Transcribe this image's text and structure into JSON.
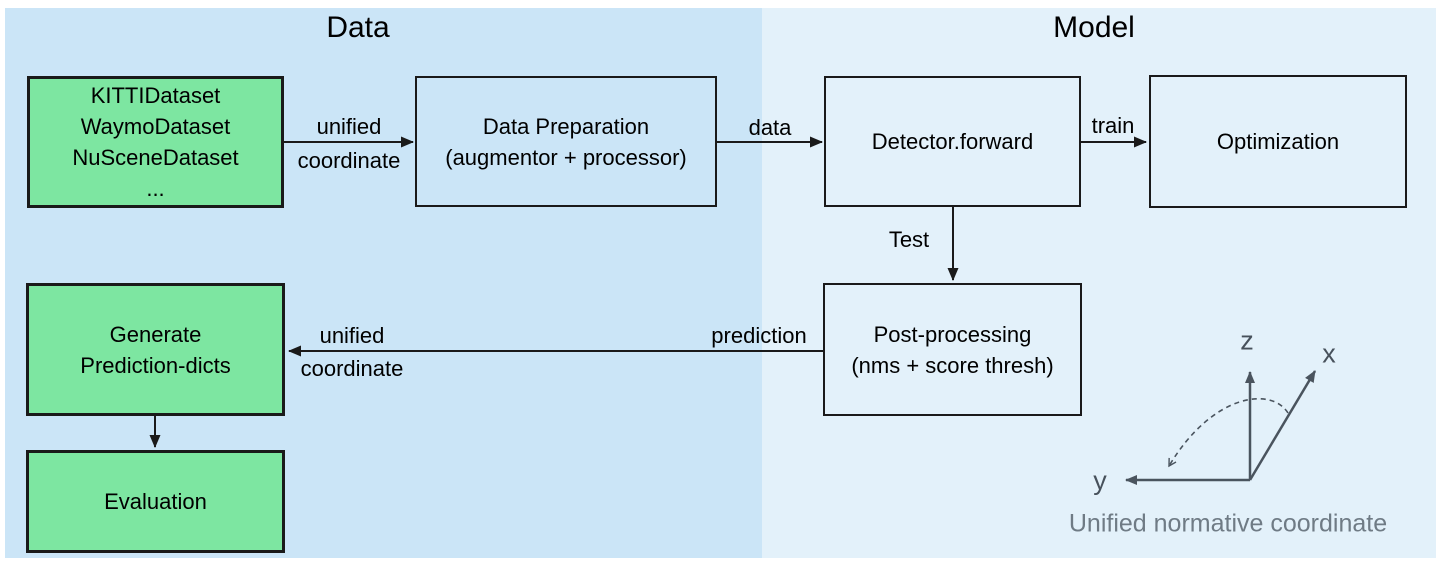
{
  "sections": {
    "data": {
      "title": "Data",
      "background": "#cbe5f7"
    },
    "model": {
      "title": "Model",
      "background": "#e3f1fa"
    }
  },
  "nodes": {
    "datasets": {
      "line1": "KITTIDataset",
      "line2": "WaymoDataset",
      "line3": "NuSceneDataset",
      "line4": "...",
      "fill": "#7de6a1"
    },
    "data_preparation": {
      "line1": "Data Preparation",
      "line2": "(augmentor + processor)"
    },
    "detector_forward": {
      "label": "Detector.forward"
    },
    "optimization": {
      "label": "Optimization"
    },
    "post_processing": {
      "line1": "Post-processing",
      "line2": "(nms + score thresh)"
    },
    "generate_prediction_dicts": {
      "line1": "Generate",
      "line2": "Prediction-dicts",
      "fill": "#7de6a1"
    },
    "evaluation": {
      "label": "Evaluation",
      "fill": "#7de6a1"
    }
  },
  "edge_labels": {
    "unified_top_line1": "unified",
    "unified_top_line2": "coordinate",
    "data": "data",
    "train": "train",
    "test": "Test",
    "prediction": "prediction",
    "unified_bottom_line1": "unified",
    "unified_bottom_line2": "coordinate"
  },
  "coordinate_axes": {
    "z_label": "z",
    "x_label": "x",
    "y_label": "y",
    "caption": "Unified normative coordinate",
    "axis_color": "#4a545e",
    "caption_color": "#6f7b85"
  },
  "colors": {
    "arrow": "#1a1a1a",
    "box_border": "#1a1a1a",
    "green_fill": "#7de6a1"
  }
}
